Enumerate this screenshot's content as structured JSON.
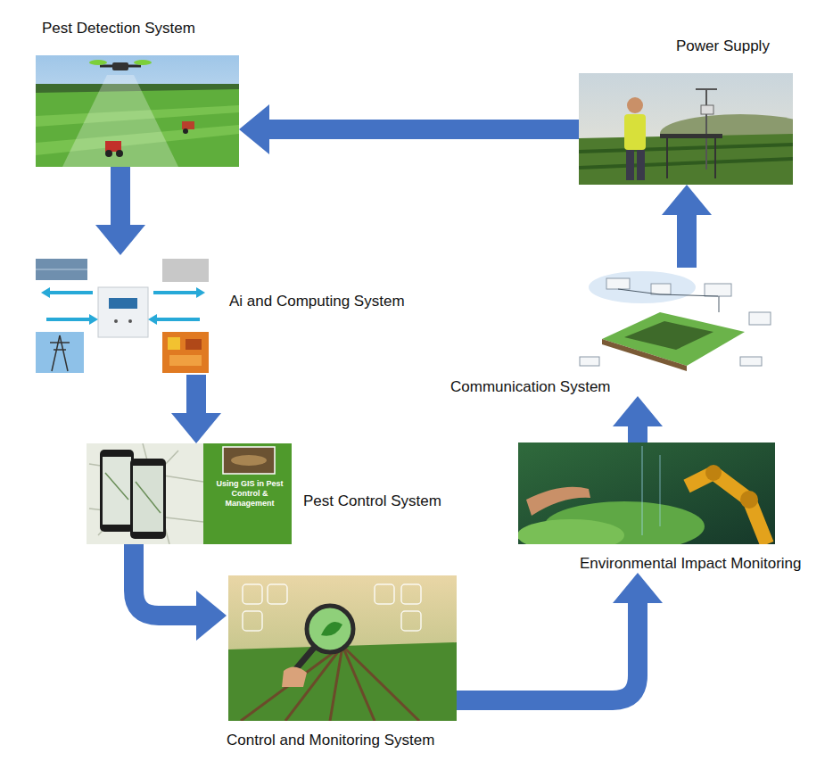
{
  "diagram": {
    "nodes": [
      {
        "text": [
          "Pest Detection System"
        ]
      },
      {
        "text": [
          "Ai and Computing System"
        ]
      },
      {
        "text": [
          "Pest Control System"
        ]
      },
      {
        "text": [
          "Control and Monitoring System"
        ]
      },
      {
        "text": [
          "Environmental Impact Monitoring"
        ]
      },
      {
        "text": [
          "Communication System"
        ]
      },
      {
        "text": [
          "Power Supply"
        ]
      }
    ],
    "edges": [
      {
        "from": 0,
        "to": 1,
        "arrow": "to"
      },
      {
        "from": 1,
        "to": 2,
        "arrow": "to"
      },
      {
        "from": 2,
        "to": 3,
        "arrow": "to"
      },
      {
        "from": 3,
        "to": 4,
        "arrow": "to"
      },
      {
        "from": 4,
        "to": 5,
        "arrow": "to"
      },
      {
        "from": 5,
        "to": 6,
        "arrow": "to"
      },
      {
        "from": 6,
        "to": 0,
        "arrow": "to"
      }
    ],
    "labels": [
      "Using GIS in Pest Control & Management"
    ]
  }
}
